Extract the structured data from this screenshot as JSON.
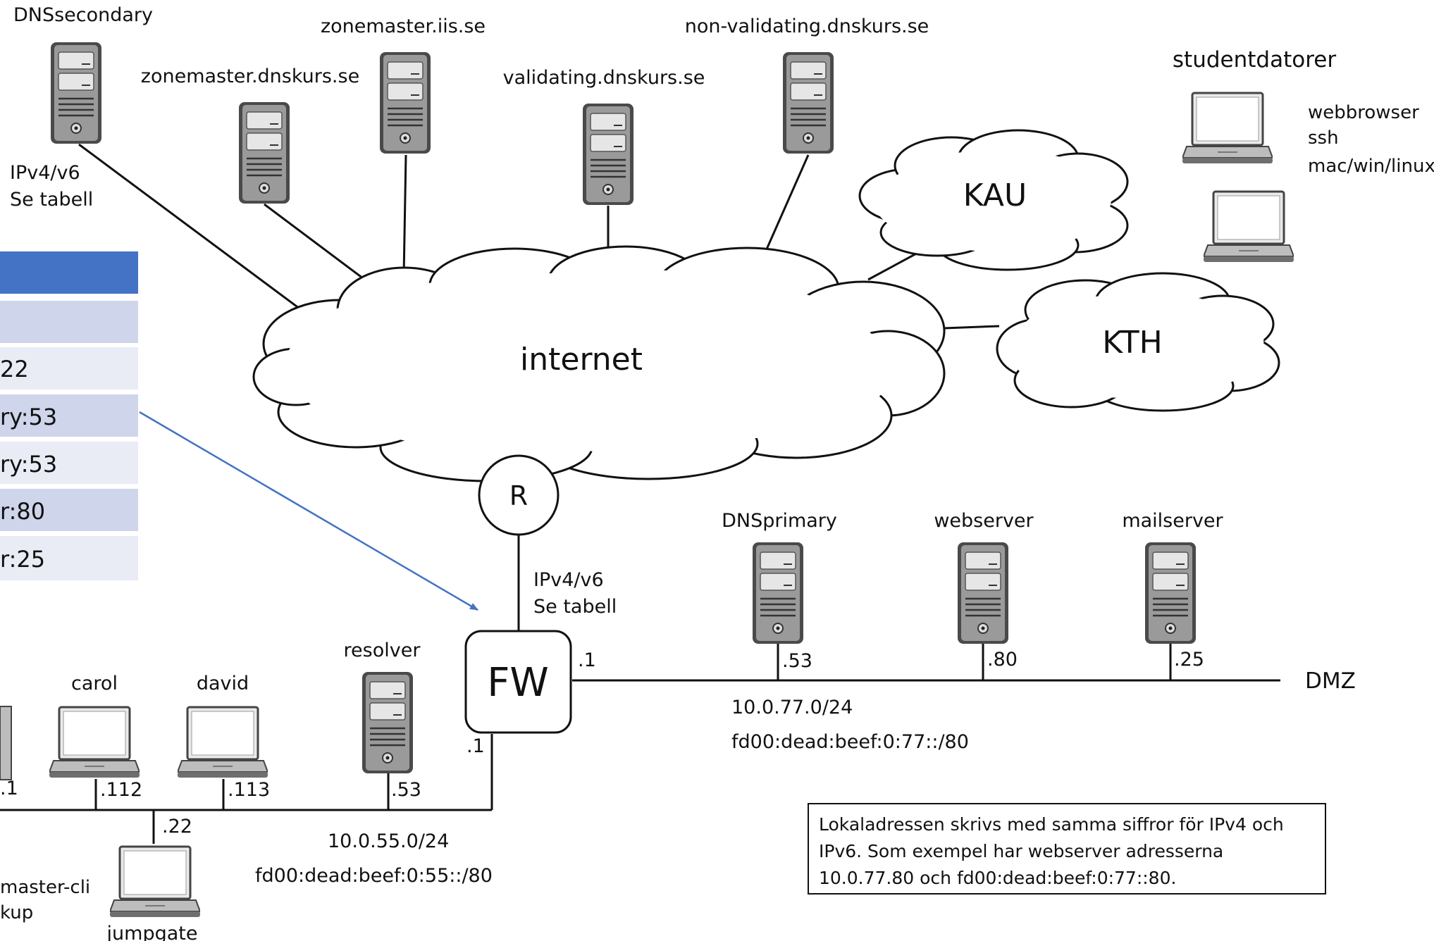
{
  "clouds": {
    "internet": "internet",
    "kau": "KAU",
    "kth": "KTH"
  },
  "top_servers": [
    {
      "label": "DNSsecondary"
    },
    {
      "label": "zonemaster.dnskurs.se"
    },
    {
      "label": "zonemaster.iis.se"
    },
    {
      "label": "validating.dnskurs.se"
    },
    {
      "label": "non-validating.dnskurs.se"
    }
  ],
  "secondary_addr": [
    "IPv4/v6",
    "Se tabell"
  ],
  "students": {
    "title": "studentdatorer",
    "notes": [
      "webbrowser",
      "ssh",
      "mac/win/linux"
    ]
  },
  "router": {
    "label": "R",
    "addr": [
      "IPv4/v6",
      "Se tabell"
    ]
  },
  "firewall": {
    "label": "FW",
    "dmz_if": ".1",
    "lan_if": ".1"
  },
  "forward_table": {
    "rows": [
      "",
      "",
      "22",
      "ry:53",
      "ry:53",
      "r:80",
      "r:25"
    ],
    "header_color": "#4472c4",
    "row_color_dark": "#cfd5ea",
    "row_color_light": "#e9ebf5"
  },
  "dmz": {
    "label": "DMZ",
    "servers": [
      {
        "label": "DNSprimary",
        "addr": ".53"
      },
      {
        "label": "webserver",
        "addr": ".80"
      },
      {
        "label": "mailserver",
        "addr": ".25"
      }
    ],
    "net_v4": "10.0.77.0/24",
    "net_v6": "fd00:dead:beef:0:77::/80"
  },
  "lan": {
    "partial_host_addr": ".1",
    "hosts": [
      {
        "label": "carol",
        "addr": ".112"
      },
      {
        "label": "david",
        "addr": ".113"
      }
    ],
    "resolver": {
      "label": "resolver",
      "addr": ".53"
    },
    "jumpgate": {
      "label": "jumpgate",
      "addr": ".22"
    },
    "partial_labels": [
      "master-cli",
      "kup"
    ],
    "net_v4": "10.0.55.0/24",
    "net_v6": "fd00:dead:beef:0:55::/80"
  },
  "note": {
    "lines": [
      "Lokaladressen skrivs med samma siffror för IPv4 och",
      "IPv6. Som exempel har webserver adresserna",
      "10.0.77.80 och fd00:dead:beef:0:77::80."
    ]
  },
  "colors": {
    "arrow": "#4472c4",
    "server_body": "#8a8a8a",
    "line": "#111111"
  }
}
